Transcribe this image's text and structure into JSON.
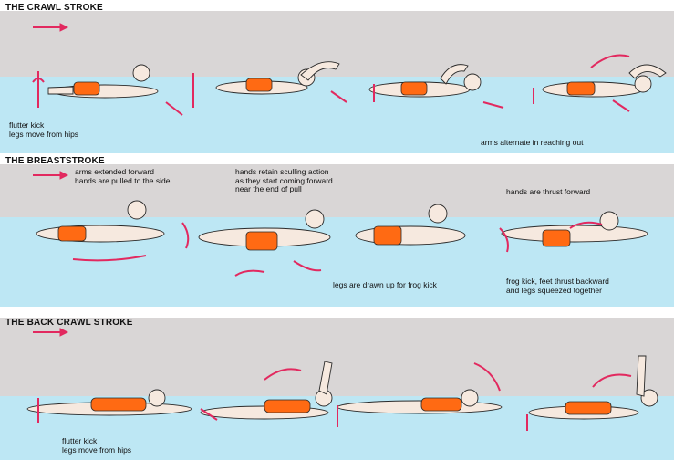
{
  "colors": {
    "water": "#bde7f4",
    "water_line": "#8fd0e6",
    "sky": "#d9d6d6",
    "arrow": "#e2295f",
    "suit": "#ff6a13",
    "skin": "#f6e9df",
    "outline": "#2a2a2a"
  },
  "panels": {
    "crawl": {
      "title": "THE CRAWL STROKE",
      "caption_left": [
        "flutter kick",
        "legs move from hips"
      ],
      "caption_right": "arms alternate in reaching out"
    },
    "breaststroke": {
      "title": "THE BREASTSTROKE",
      "caption_arms": [
        "arms extended forward",
        "hands are pulled to the side"
      ],
      "caption_hands": [
        "hands retain sculling action",
        "as they start coming forward",
        "near the end of pull"
      ],
      "caption_thrust": "hands are thrust forward",
      "caption_legs": "legs are drawn up for frog kick",
      "caption_frog": [
        "frog kick, feet thrust backward",
        "and legs squeezed together"
      ]
    },
    "back": {
      "title": "THE BACK CRAWL STROKE",
      "caption_left": [
        "flutter kick",
        "legs move from hips"
      ]
    }
  }
}
